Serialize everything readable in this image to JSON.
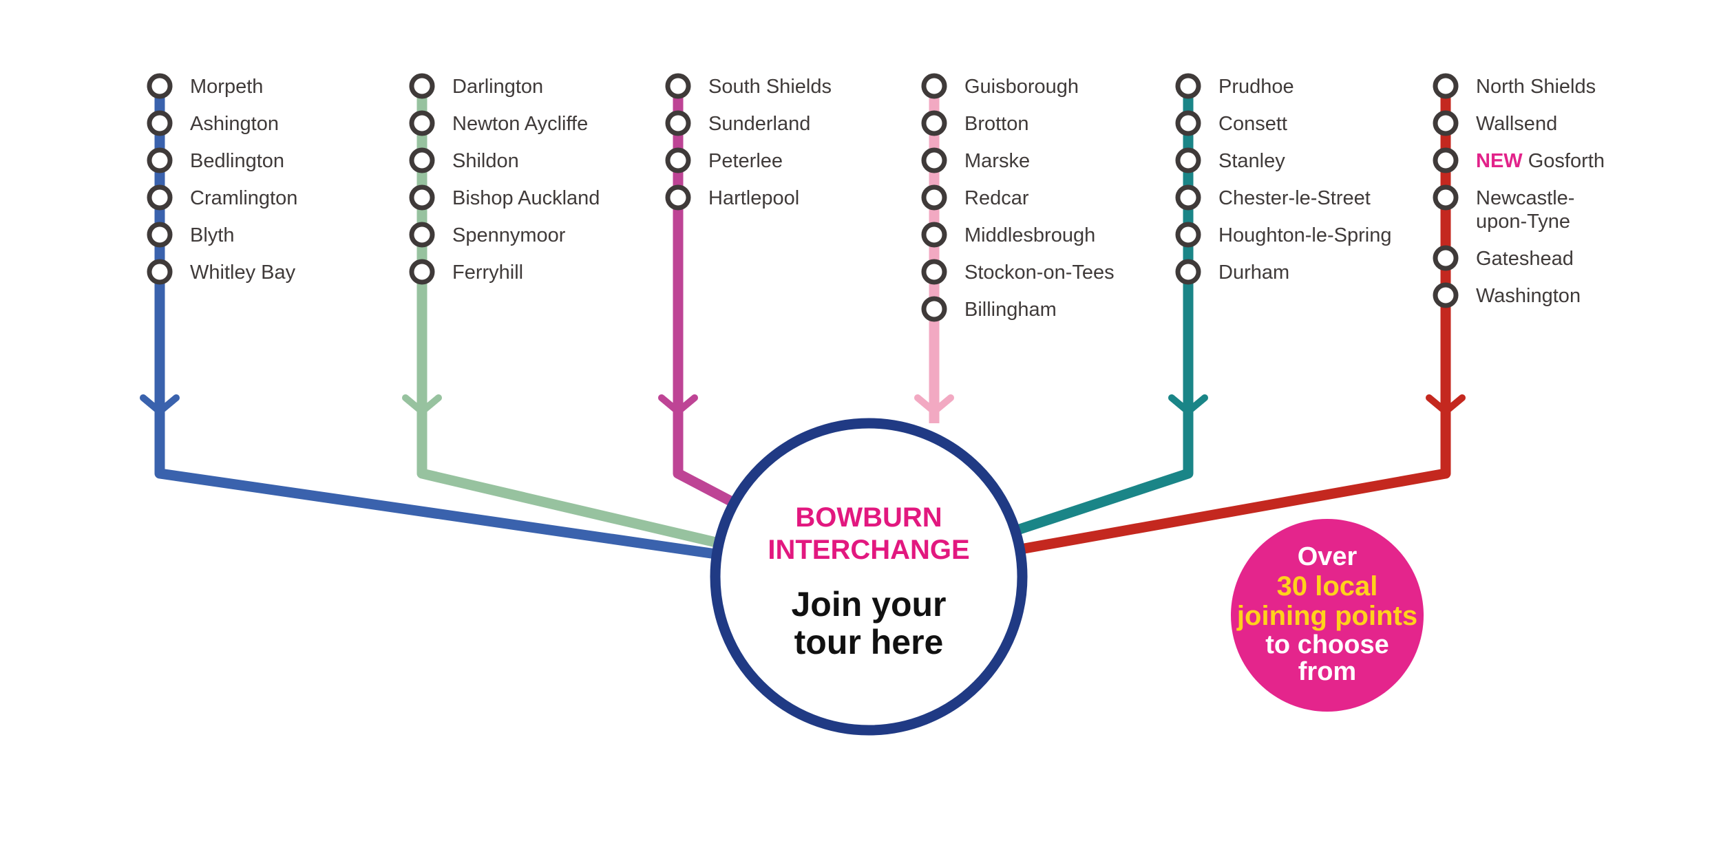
{
  "lines": [
    {
      "color": "#3a62ad",
      "stops": [
        {
          "name": "Morpeth"
        },
        {
          "name": "Ashington"
        },
        {
          "name": "Bedlington"
        },
        {
          "name": "Cramlington"
        },
        {
          "name": "Blyth"
        },
        {
          "name": "Whitley Bay"
        }
      ]
    },
    {
      "color": "#97c29f",
      "stops": [
        {
          "name": "Darlington"
        },
        {
          "name": "Newton Aycliffe"
        },
        {
          "name": "Shildon"
        },
        {
          "name": "Bishop Auckland"
        },
        {
          "name": "Spennymoor"
        },
        {
          "name": "Ferryhill"
        }
      ]
    },
    {
      "color": "#be4495",
      "stops": [
        {
          "name": "South Shields"
        },
        {
          "name": "Sunderland"
        },
        {
          "name": "Peterlee"
        },
        {
          "name": "Hartlepool"
        }
      ]
    },
    {
      "color": "#f2a9c2",
      "stops": [
        {
          "name": "Guisborough"
        },
        {
          "name": "Brotton"
        },
        {
          "name": "Marske"
        },
        {
          "name": "Redcar"
        },
        {
          "name": "Middlesbrough"
        },
        {
          "name": "Stockon-on-Tees"
        },
        {
          "name": "Billingham"
        }
      ]
    },
    {
      "color": "#1a8587",
      "stops": [
        {
          "name": "Prudhoe"
        },
        {
          "name": "Consett"
        },
        {
          "name": "Stanley"
        },
        {
          "name": "Chester-le-Street"
        },
        {
          "name": "Houghton-le-Spring"
        },
        {
          "name": "Durham"
        }
      ]
    },
    {
      "color": "#c4281f",
      "stops": [
        {
          "name": "North Shields"
        },
        {
          "name": "Wallsend"
        },
        {
          "name": "Gosforth",
          "prefix": "NEW"
        },
        {
          "name": "Newcastle-",
          "name2": "upon-Tyne"
        },
        {
          "name": "Gateshead"
        },
        {
          "name": "Washington"
        }
      ]
    }
  ],
  "hub": {
    "title_line1": "BOWBURN",
    "title_line2": "INTERCHANGE",
    "cta_line1": "Join your",
    "cta_line2": "tour here",
    "ring_color": "#203a84",
    "title_color": "#e2187f"
  },
  "badge": {
    "line1": "Over",
    "line2": "30 local",
    "line3": "joining points",
    "line4": "to choose",
    "line5": "from",
    "fill_color": "#e4258c",
    "highlight_color": "#ffd21c"
  },
  "stop_marker_stroke": "#3f3a39"
}
